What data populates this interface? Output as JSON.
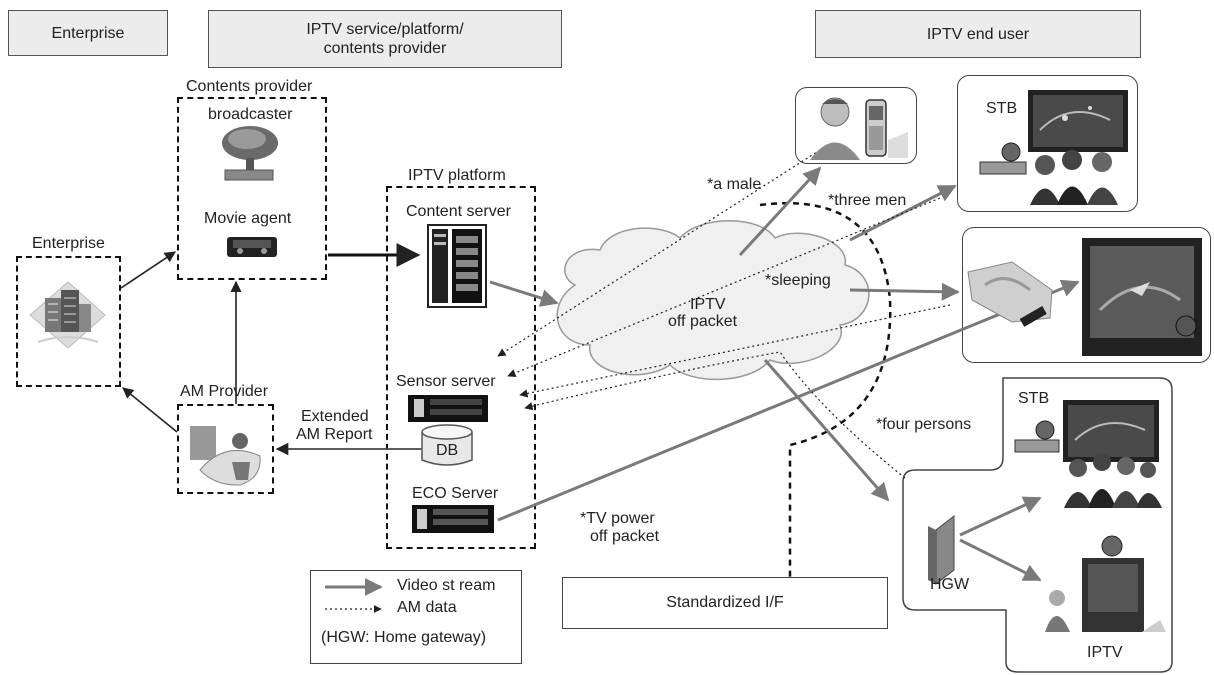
{
  "header": {
    "enterprise": "Enterprise",
    "provider_line1": "IPTV service/platform/",
    "provider_line2": "contents provider",
    "end_user": "IPTV end user"
  },
  "left": {
    "enterprise_label": "Enterprise",
    "contents_provider": "Contents provider",
    "broadcaster": "broadcaster",
    "movie_agent": "Movie agent",
    "am_provider": "AM Provider",
    "extended_line1": "Extended",
    "extended_line2": "AM Report"
  },
  "platform": {
    "title": "IPTV platform",
    "content_server": "Content server",
    "sensor_server": "Sensor server",
    "db": "DB",
    "eco_server": "ECO Server"
  },
  "network": {
    "cloud_line1": "IPTV",
    "cloud_line2": "off packet",
    "a_male": "*a male",
    "three_men": "*three men",
    "sleeping": "*sleeping",
    "four_persons": "*four persons",
    "tv_power_line1": "*TV power",
    "tv_power_line2": "off packet",
    "standardized": "Standardized I/F"
  },
  "end_user": {
    "stb_top": "STB",
    "stb_bottom": "STB",
    "hgw": "HGW",
    "iptv": "IPTV"
  },
  "legend": {
    "video_stream": "Video st ream",
    "am_data": "AM data",
    "note": "(HGW: Home gateway)"
  },
  "colors": {
    "video_arrow": "#7a7a7a",
    "am_arrow": "#222222",
    "header_fill": "#ececec"
  }
}
